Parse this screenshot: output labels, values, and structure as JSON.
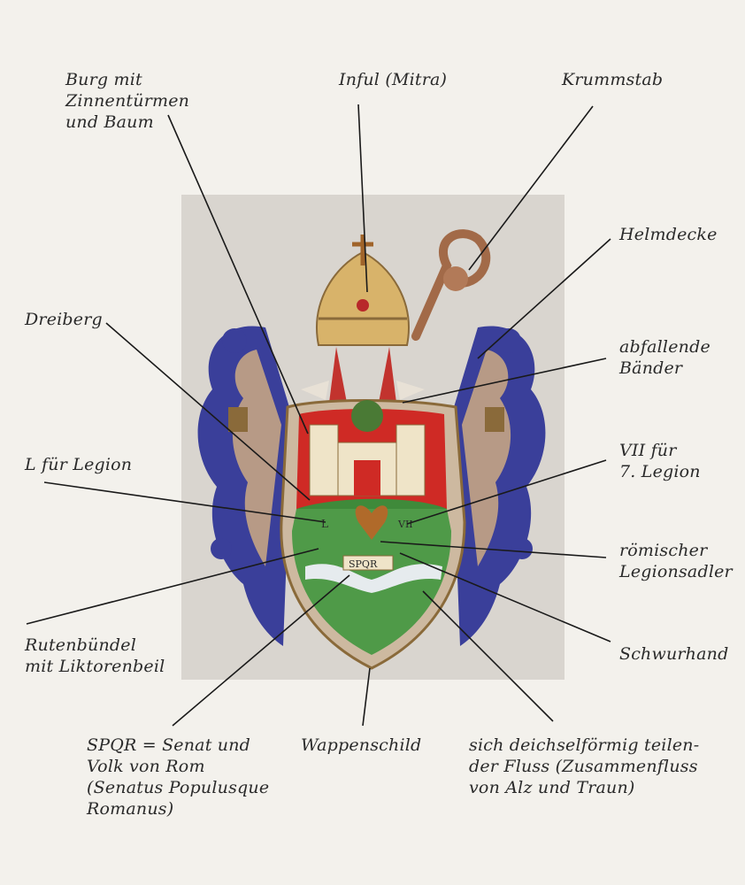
{
  "labels": {
    "burg": "Burg mit\nZinnentürmen\nund Baum",
    "infula": "Inful (Mitra)",
    "krummstab": "Krummstab",
    "helmdecke": "Helmdecke",
    "dreiberg": "Dreiberg",
    "baender": "abfallende\nBänder",
    "l_legion": "L für Legion",
    "vii": "VII für\n7. Legion",
    "adler": "römischer\nLegionsadler",
    "ruten": "Rutenbündel\nmit Liktorenbeil",
    "schwurhand": "Schwurhand",
    "spqr": "SPQR = Senat und\nVolk von Rom\n(Senatus Populusque\nRomanus)",
    "wappenschild": "Wappenschild",
    "fluss": "sich deichselförmig teilen-\nder Fluss (Zusammenfluss\nvon Alz und Traun)"
  },
  "emblem_text": {
    "spqr": "SPQR",
    "l": "L",
    "vii": "VII"
  },
  "colors": {
    "background": "#f3f1ec",
    "plate": "#d9d5cf",
    "shield_red": "#cf2a25",
    "shield_green": "#4f9a48",
    "mantling_blue": "#3a3f9a",
    "gold": "#c79a52",
    "leader_line": "#1a1a1a"
  }
}
